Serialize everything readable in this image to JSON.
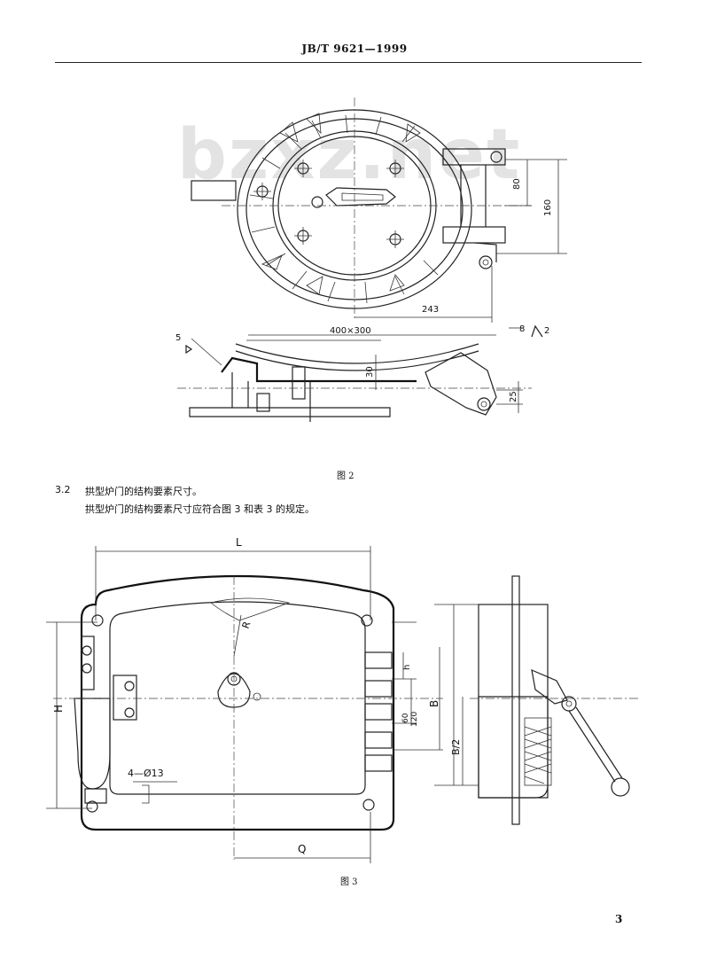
{
  "header": {
    "standard_code": "JB/T 9621—1999"
  },
  "watermark": "bzxz.net",
  "figure2": {
    "caption": "图 2",
    "dimensions": {
      "d80": "80",
      "d160": "160",
      "d243": "243",
      "d400x300": "400×300",
      "d30": "30",
      "d25": "25",
      "d5": "5",
      "d8": "8",
      "d2": "2"
    }
  },
  "section_3_2": {
    "number": "3.2",
    "heading": "拱型炉门的结构要素尺寸。",
    "body": "拱型炉门的结构要素尺寸应符合图 3 和表 3 的规定。"
  },
  "figure3": {
    "caption": "图 3",
    "labels": {
      "L": "L",
      "H": "H",
      "R": "R",
      "hole": "4—Ø13",
      "Q": "Q",
      "h": "h",
      "d60": "60",
      "d120": "120",
      "B": "B",
      "B2": "B/2"
    }
  },
  "page_number": "3"
}
